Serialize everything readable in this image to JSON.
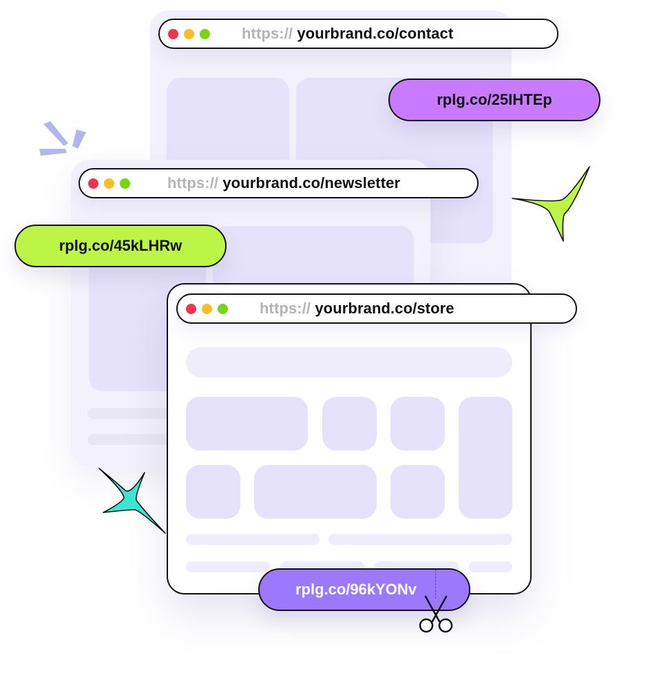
{
  "windows": [
    {
      "id": "contact",
      "url_scheme": "https://",
      "url_host": "yourbrand.co/contact",
      "short_link": "rplg.co/25IHTEp",
      "short_link_color": "#c97bff"
    },
    {
      "id": "newsletter",
      "url_scheme": "https://",
      "url_host": "yourbrand.co/newsletter",
      "short_link": "rplg.co/45kLHRw",
      "short_link_color": "#bdf546"
    },
    {
      "id": "store",
      "url_scheme": "https://",
      "url_host": "yourbrand.co/store",
      "short_link": "rplg.co/96kYONv",
      "short_link_color": "#9c78ff"
    }
  ],
  "traffic_lights": [
    "#f0334e",
    "#f7bf24",
    "#75d611"
  ],
  "decorations": {
    "sparkle_colors": [
      "#bdf546",
      "#3ce5d2"
    ],
    "burst_color": "#b4b4ef",
    "icons": [
      "burst-icon",
      "sparkle-icon",
      "scissors-icon"
    ]
  }
}
